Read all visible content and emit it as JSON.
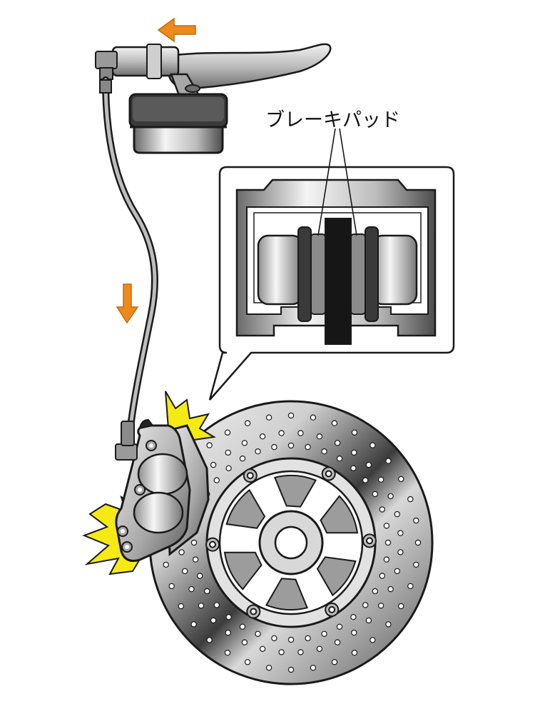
{
  "labels": {
    "brake_pad": "ブレーキパッド"
  },
  "colors": {
    "arrow": "#ee8a1c",
    "spark": "#f5ea14",
    "outline": "#1a1a1a",
    "metal_light": "#e6e6e6",
    "metal_dark": "#4a4a4a"
  },
  "icons": {
    "flow_arrow_top": "arrow-left-icon",
    "flow_arrow_hose": "arrow-down-icon",
    "friction": "spark-burst-icon"
  },
  "disc": {
    "outer_holes_per_ring": 36,
    "rivets": 6
  }
}
